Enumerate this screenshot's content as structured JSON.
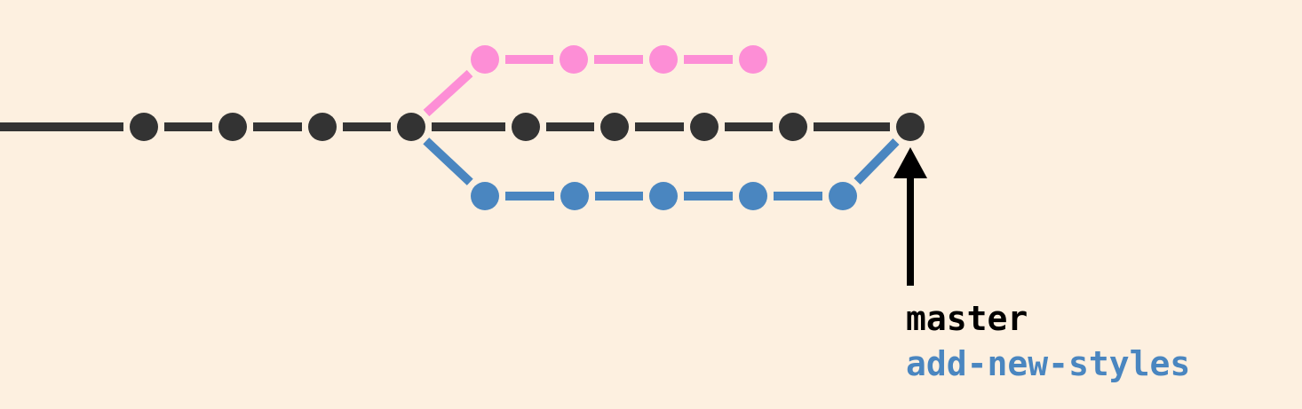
{
  "colors": {
    "background": "#fdf0e0",
    "master": "#333333",
    "pink_branch": "#fd8ed6",
    "feature_branch": "#4a86c0",
    "pointer_arrow": "#000000"
  },
  "branches": {
    "master": {
      "commit_count": 9,
      "has_tail_from_left": true
    },
    "pink_branch": {
      "commit_count": 4,
      "forks_from_master_commit": 4,
      "merged": false
    },
    "feature_branch": {
      "name": "add-new-styles",
      "commit_count": 5,
      "forks_from_master_commit": 4,
      "merges_into_master_commit": 9
    }
  },
  "pointer": {
    "target": "master commit 9",
    "arrow_direction": "up"
  },
  "labels": {
    "master": "master",
    "feature": "add-new-styles"
  }
}
